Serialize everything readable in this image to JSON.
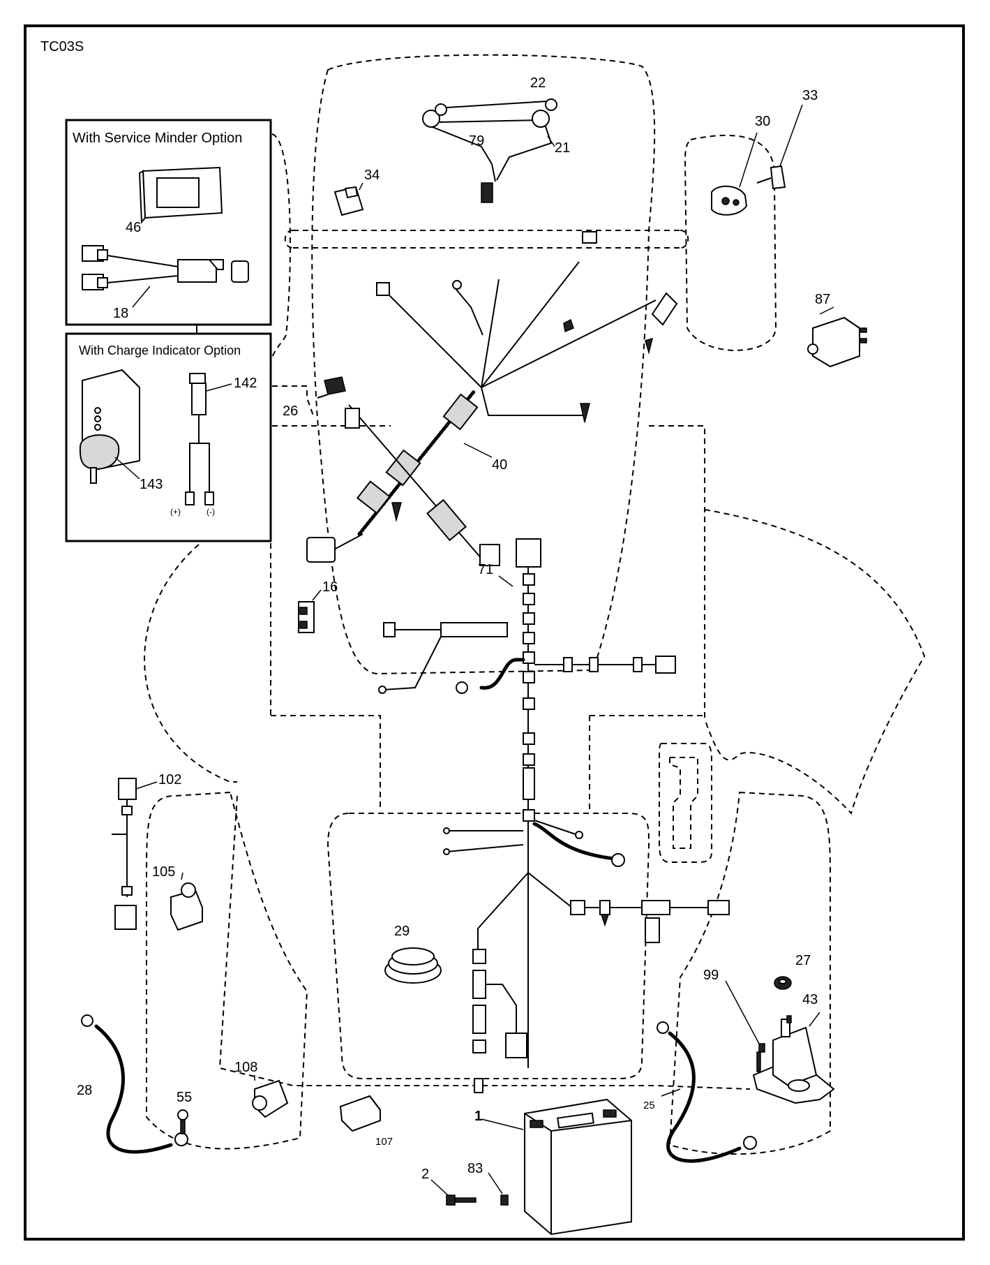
{
  "diagram_code": "TC03S",
  "service_minder_box": {
    "title": "With Service Minder Option"
  },
  "charge_indicator_box": {
    "title": "With Charge Indicator Option",
    "pos_label": "(+)",
    "neg_label": "(-)"
  },
  "callouts": {
    "c1": "1",
    "c2": "2",
    "c16": "16",
    "c18": "18",
    "c21": "21",
    "c22": "22",
    "c25": "25",
    "c26": "26",
    "c27": "27",
    "c28": "28",
    "c29": "29",
    "c30": "30",
    "c33": "33",
    "c34": "34",
    "c40": "40",
    "c43": "43",
    "c46": "46",
    "c55": "55",
    "c71": "71",
    "c79": "79",
    "c83": "83",
    "c87": "87",
    "c99": "99",
    "c102": "102",
    "c105": "105",
    "c107": "107",
    "c108": "108",
    "c142": "142",
    "c143": "143"
  }
}
